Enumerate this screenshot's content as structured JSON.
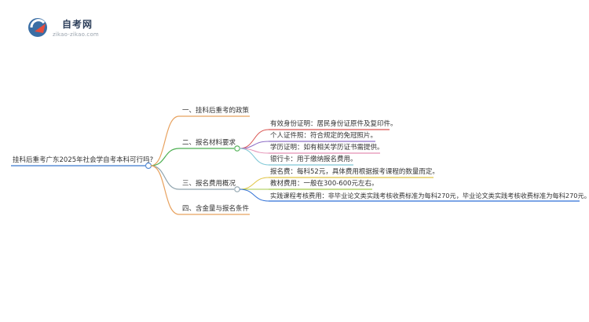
{
  "site": {
    "name": "自考网",
    "url": "zikao-zikao.com"
  },
  "root": "挂科后重考广东2025年社会学自考本科可行吗?",
  "branches": [
    {
      "label": "一、挂科后重考的政策",
      "color": "#e8a25f",
      "children": []
    },
    {
      "label": "二、报名材料要求",
      "color": "#4caf50",
      "children": [
        {
          "text": "有效身份证明：居民身份证原件及复印件。",
          "color": "#d9534f"
        },
        {
          "text": "个人证件照：符合规定的免冠照片。",
          "color": "#8e6fc7"
        },
        {
          "text": "学历证明：如有相关学历证书需提供。",
          "color": "#e58fb4"
        },
        {
          "text": "银行卡：用于缴纳报名费用。",
          "color": "#7ec8d6"
        }
      ]
    },
    {
      "label": "三、报名费用概况",
      "color": "#90a4ae",
      "children": [
        {
          "text": "报名费：每科52元，具体费用根据报考课程的数量而定。",
          "color": "#e0c443"
        },
        {
          "text": "教材费用：一般在300-600元左右。",
          "color": "#a5c94a"
        },
        {
          "text": "实践课程考核费用：非毕业论文类实践考核收费标准为每科270元，毕业论文类实践考核收费标准为每科270元。",
          "color": "#2f6fd6"
        }
      ]
    },
    {
      "label": "四、含金量与报名条件",
      "color": "#e8a25f",
      "children": []
    }
  ],
  "colors": {
    "root_line": "#5b8fd6"
  }
}
